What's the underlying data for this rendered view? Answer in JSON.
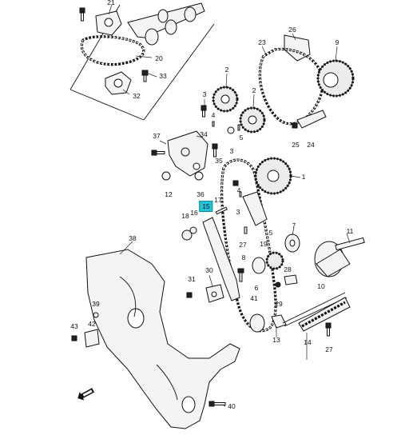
{
  "diagram": {
    "callouts": [
      {
        "id": "c21",
        "label": "21"
      },
      {
        "id": "c20",
        "label": "20"
      },
      {
        "id": "c33",
        "label": "33"
      },
      {
        "id": "c32",
        "label": "32"
      },
      {
        "id": "c26",
        "label": "26"
      },
      {
        "id": "c23",
        "label": "23"
      },
      {
        "id": "c9",
        "label": "9"
      },
      {
        "id": "c2a",
        "label": "2"
      },
      {
        "id": "c2b",
        "label": "2"
      },
      {
        "id": "c3a",
        "label": "3"
      },
      {
        "id": "c4a",
        "label": "4"
      },
      {
        "id": "c37",
        "label": "37"
      },
      {
        "id": "c34",
        "label": "34"
      },
      {
        "id": "c35",
        "label": "35"
      },
      {
        "id": "c5a",
        "label": "5"
      },
      {
        "id": "c3b",
        "label": "3"
      },
      {
        "id": "c25",
        "label": "25"
      },
      {
        "id": "c24",
        "label": "24"
      },
      {
        "id": "c1",
        "label": "1"
      },
      {
        "id": "c12",
        "label": "12"
      },
      {
        "id": "c36",
        "label": "36"
      },
      {
        "id": "c4b",
        "label": "4"
      },
      {
        "id": "c17",
        "label": "17"
      },
      {
        "id": "c15",
        "label": "15"
      },
      {
        "id": "c3c",
        "label": "3"
      },
      {
        "id": "c18",
        "label": "18"
      },
      {
        "id": "c16",
        "label": "16"
      },
      {
        "id": "c7",
        "label": "7"
      },
      {
        "id": "c27a",
        "label": "27"
      },
      {
        "id": "c5b",
        "label": "5"
      },
      {
        "id": "c19",
        "label": "19"
      },
      {
        "id": "c38",
        "label": "38"
      },
      {
        "id": "c11",
        "label": "11"
      },
      {
        "id": "c8",
        "label": "8"
      },
      {
        "id": "c30",
        "label": "30"
      },
      {
        "id": "c31",
        "label": "31"
      },
      {
        "id": "c6",
        "label": "6"
      },
      {
        "id": "c28",
        "label": "28"
      },
      {
        "id": "c10",
        "label": "10"
      },
      {
        "id": "c29",
        "label": "29"
      },
      {
        "id": "c41",
        "label": "41"
      },
      {
        "id": "c39",
        "label": "39"
      },
      {
        "id": "c43",
        "label": "43"
      },
      {
        "id": "c42",
        "label": "42"
      },
      {
        "id": "c13",
        "label": "13"
      },
      {
        "id": "c14",
        "label": "14"
      },
      {
        "id": "c27b",
        "label": "27"
      },
      {
        "id": "c40",
        "label": "40"
      }
    ],
    "highlighted_part": "15",
    "highlight_color": "#22c4d8"
  }
}
